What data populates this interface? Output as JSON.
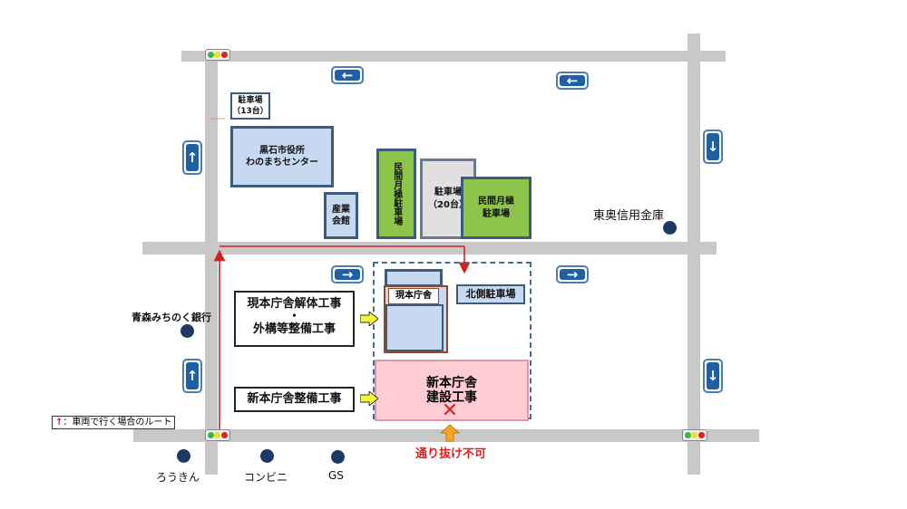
{
  "buildings": {
    "parking13_line1": "駐車場",
    "parking13_line2": "（13台）",
    "city_hall_line1": "黒石市役所",
    "city_hall_line2": "わのまちセンター",
    "industry_hall": "産業会館",
    "private_parking_vertical": "民間月極駐車場",
    "parking20_line1": "駐車場",
    "parking20_line2": "（20台）",
    "private_parking_line1": "民間月極",
    "private_parking_line2": "駐車場",
    "current_office": "現本庁舎",
    "north_parking": "北側駐車場",
    "new_office_line1": "新本庁舎",
    "new_office_line2": "建設工事"
  },
  "callouts": {
    "demolition_line1": "現本庁舎解体工事",
    "demolition_dot": "・",
    "demolition_line2": "外構等整備工事",
    "new_construction": "新本庁舎整備工事"
  },
  "places": {
    "higashiou_bank": "東奥信用金庫",
    "aomori_michinoku": "青森みちのく銀行",
    "rokin": "ろうきん",
    "convenience": "コンビニ",
    "gas_station": "GS"
  },
  "notices": {
    "no_through": "通り抜け不可",
    "route_legend_arrow": "↑",
    "route_legend_text": "：車両で行く場合のルート"
  },
  "icons": {
    "left": "←",
    "right": "→",
    "up": "↑",
    "down": "↓",
    "cross": "✕"
  },
  "colors": {
    "road": "#c8c8c8",
    "route": "#d32020",
    "sign_blue": "#1e5fa6",
    "building_blue": "#c6d9f1",
    "building_green": "#8dc44a",
    "construction_pink": "#ffccd5",
    "callout_arrow": "#f5f53a"
  }
}
